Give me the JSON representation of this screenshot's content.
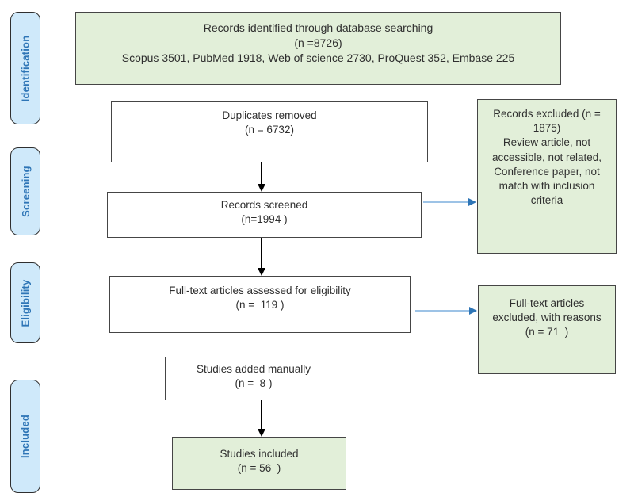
{
  "stages": [
    {
      "label": "Identification"
    },
    {
      "label": "Screening"
    },
    {
      "label": "Eligibility"
    },
    {
      "label": "Included"
    }
  ],
  "boxes": {
    "identified": {
      "line1": "Records identified through database searching",
      "line2": "(n =8726)",
      "line3": "Scopus 3501, PubMed 1918, Web of science 2730, ProQuest 352, Embase 225"
    },
    "duplicates_removed": {
      "line1": "Duplicates removed",
      "line2": "(n = 6732)"
    },
    "records_screened": {
      "line1": "Records screened",
      "line2": "(n=1994 )"
    },
    "records_excluded": {
      "line1": "Records excluded (n = 1875)",
      "line2": "Review article, not accessible, not related, Conference paper, not match with inclusion criteria"
    },
    "fulltext_assessed": {
      "line1": "Full-text articles assessed for eligibility",
      "line2": "(n =  119 )"
    },
    "fulltext_excluded": {
      "line1": "Full-text articles excluded, with reasons",
      "line2": "(n = 71  )"
    },
    "studies_added": {
      "line1": "Studies added manually",
      "line2": "(n =  8 )"
    },
    "studies_included": {
      "line1": "Studies included",
      "line2": "(n = 56  )"
    }
  },
  "colors": {
    "box_green": "#e2efd9",
    "stage_fill_blue": "#cfe9fa",
    "stage_text_blue": "#2e75b6",
    "arrow_blue_line": "#9dc3e6",
    "arrow_blue_head": "#2e75b6",
    "arrow_black": "#000000",
    "box_border": "#454545"
  }
}
